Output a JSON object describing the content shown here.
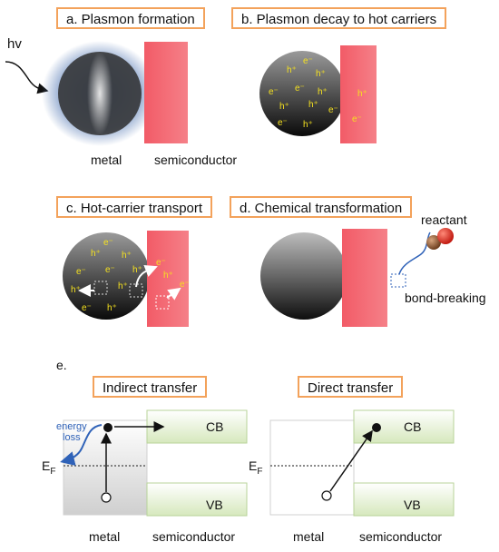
{
  "panels": {
    "a": {
      "title": "a. Plasmon formation",
      "hv": "hv",
      "metal": "metal",
      "semiconductor": "semiconductor"
    },
    "b": {
      "title": "b. Plasmon decay to hot carriers"
    },
    "c": {
      "title": "c. Hot-carrier transport"
    },
    "d": {
      "title": "d. Chemical transformation",
      "reactant": "reactant",
      "bond_breaking": "bond-breaking"
    },
    "e": {
      "label": "e.",
      "indirect": {
        "title": "Indirect transfer",
        "energy_loss": "energy\nloss",
        "ef": "E",
        "ef_sub": "F",
        "cb": "CB",
        "vb": "VB",
        "metal": "metal",
        "semiconductor": "semiconductor"
      },
      "direct": {
        "title": "Direct transfer",
        "ef": "E",
        "ef_sub": "F",
        "cb": "CB",
        "vb": "VB",
        "metal": "metal",
        "semiconductor": "semiconductor"
      }
    }
  },
  "carriers": {
    "electron": "e⁻",
    "hole": "h⁺"
  },
  "colors": {
    "title_border": "#f3a25b",
    "semiconductor": "#f05a66",
    "carrier_text": "#f5e11f",
    "band_green": "#dfeec8",
    "energy_loss_blue": "#2f62b8"
  }
}
